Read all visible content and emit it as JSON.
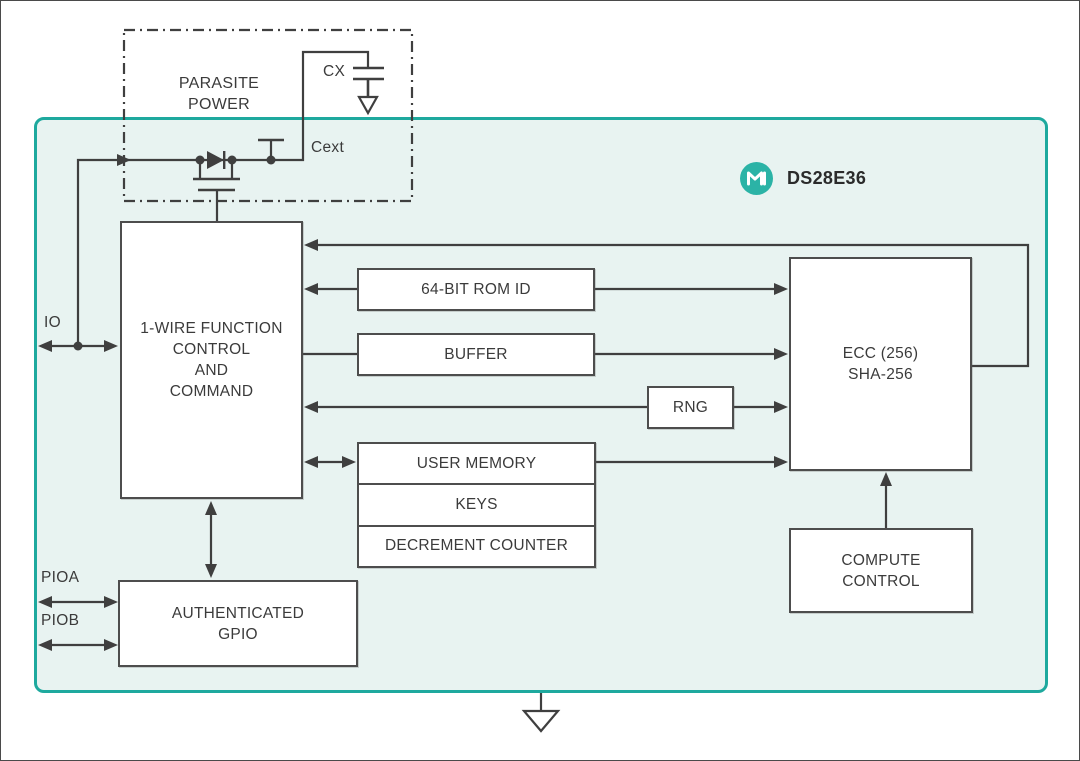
{
  "figure": {
    "chip_name": "DS28E36",
    "logo": "maxim-logo",
    "colors": {
      "chip_outline_teal": "#1EA99E",
      "chip_fill": "#E8F3F1",
      "logo_teal": "#2BB3A6",
      "line_dark": "#3F3F3F",
      "text_dark": "#3B3B3B"
    },
    "pins": {
      "io": "IO",
      "pioa": "PIOA",
      "piob": "PIOB",
      "cext": "Cext",
      "cx_cap": "CX"
    },
    "parasite_power": {
      "lines": [
        "PARASITE",
        "POWER"
      ]
    },
    "blocks": {
      "one_wire": {
        "lines": [
          "1-WIRE FUNCTION",
          "CONTROL",
          "AND",
          "COMMAND"
        ]
      },
      "rom_id": {
        "label": "64-BIT ROM ID"
      },
      "buffer": {
        "label": "BUFFER"
      },
      "rng": {
        "label": "RNG"
      },
      "memory": {
        "rows": [
          "USER MEMORY",
          "KEYS",
          "DECREMENT COUNTER"
        ]
      },
      "ecc": {
        "lines": [
          "ECC (256)",
          "SHA-256"
        ]
      },
      "compute_control": {
        "lines": [
          "COMPUTE",
          "CONTROL"
        ]
      },
      "auth_gpio": {
        "lines": [
          "AUTHENTICATED",
          "GPIO"
        ]
      }
    },
    "connections": [
      "IO <-> 1-WIRE FUNCTION CONTROL AND COMMAND",
      "IO -> parasite power diode/MOSFET -> Cext pin -> CX capacitor -> GND",
      "ECC (256) SHA-256 -> 1-WIRE FUNCTION CONTROL AND COMMAND (feedback)",
      "64-BIT ROM ID -> 1-WIRE FUNCTION CONTROL AND COMMAND",
      "64-BIT ROM ID -> ECC (256) SHA-256",
      "1-WIRE FUNCTION CONTROL AND COMMAND - BUFFER -> ECC (256) SHA-256",
      "RNG -> 1-WIRE FUNCTION CONTROL AND COMMAND",
      "RNG -> ECC (256) SHA-256",
      "USER MEMORY <-> 1-WIRE FUNCTION CONTROL AND COMMAND",
      "USER MEMORY -> ECC (256) SHA-256",
      "1-WIRE FUNCTION CONTROL AND COMMAND <-> AUTHENTICATED GPIO",
      "COMPUTE CONTROL -> ECC (256) SHA-256",
      "PIOA <-> AUTHENTICATED GPIO",
      "PIOB <-> AUTHENTICATED GPIO",
      "chip outline -> GND (bottom)"
    ]
  }
}
